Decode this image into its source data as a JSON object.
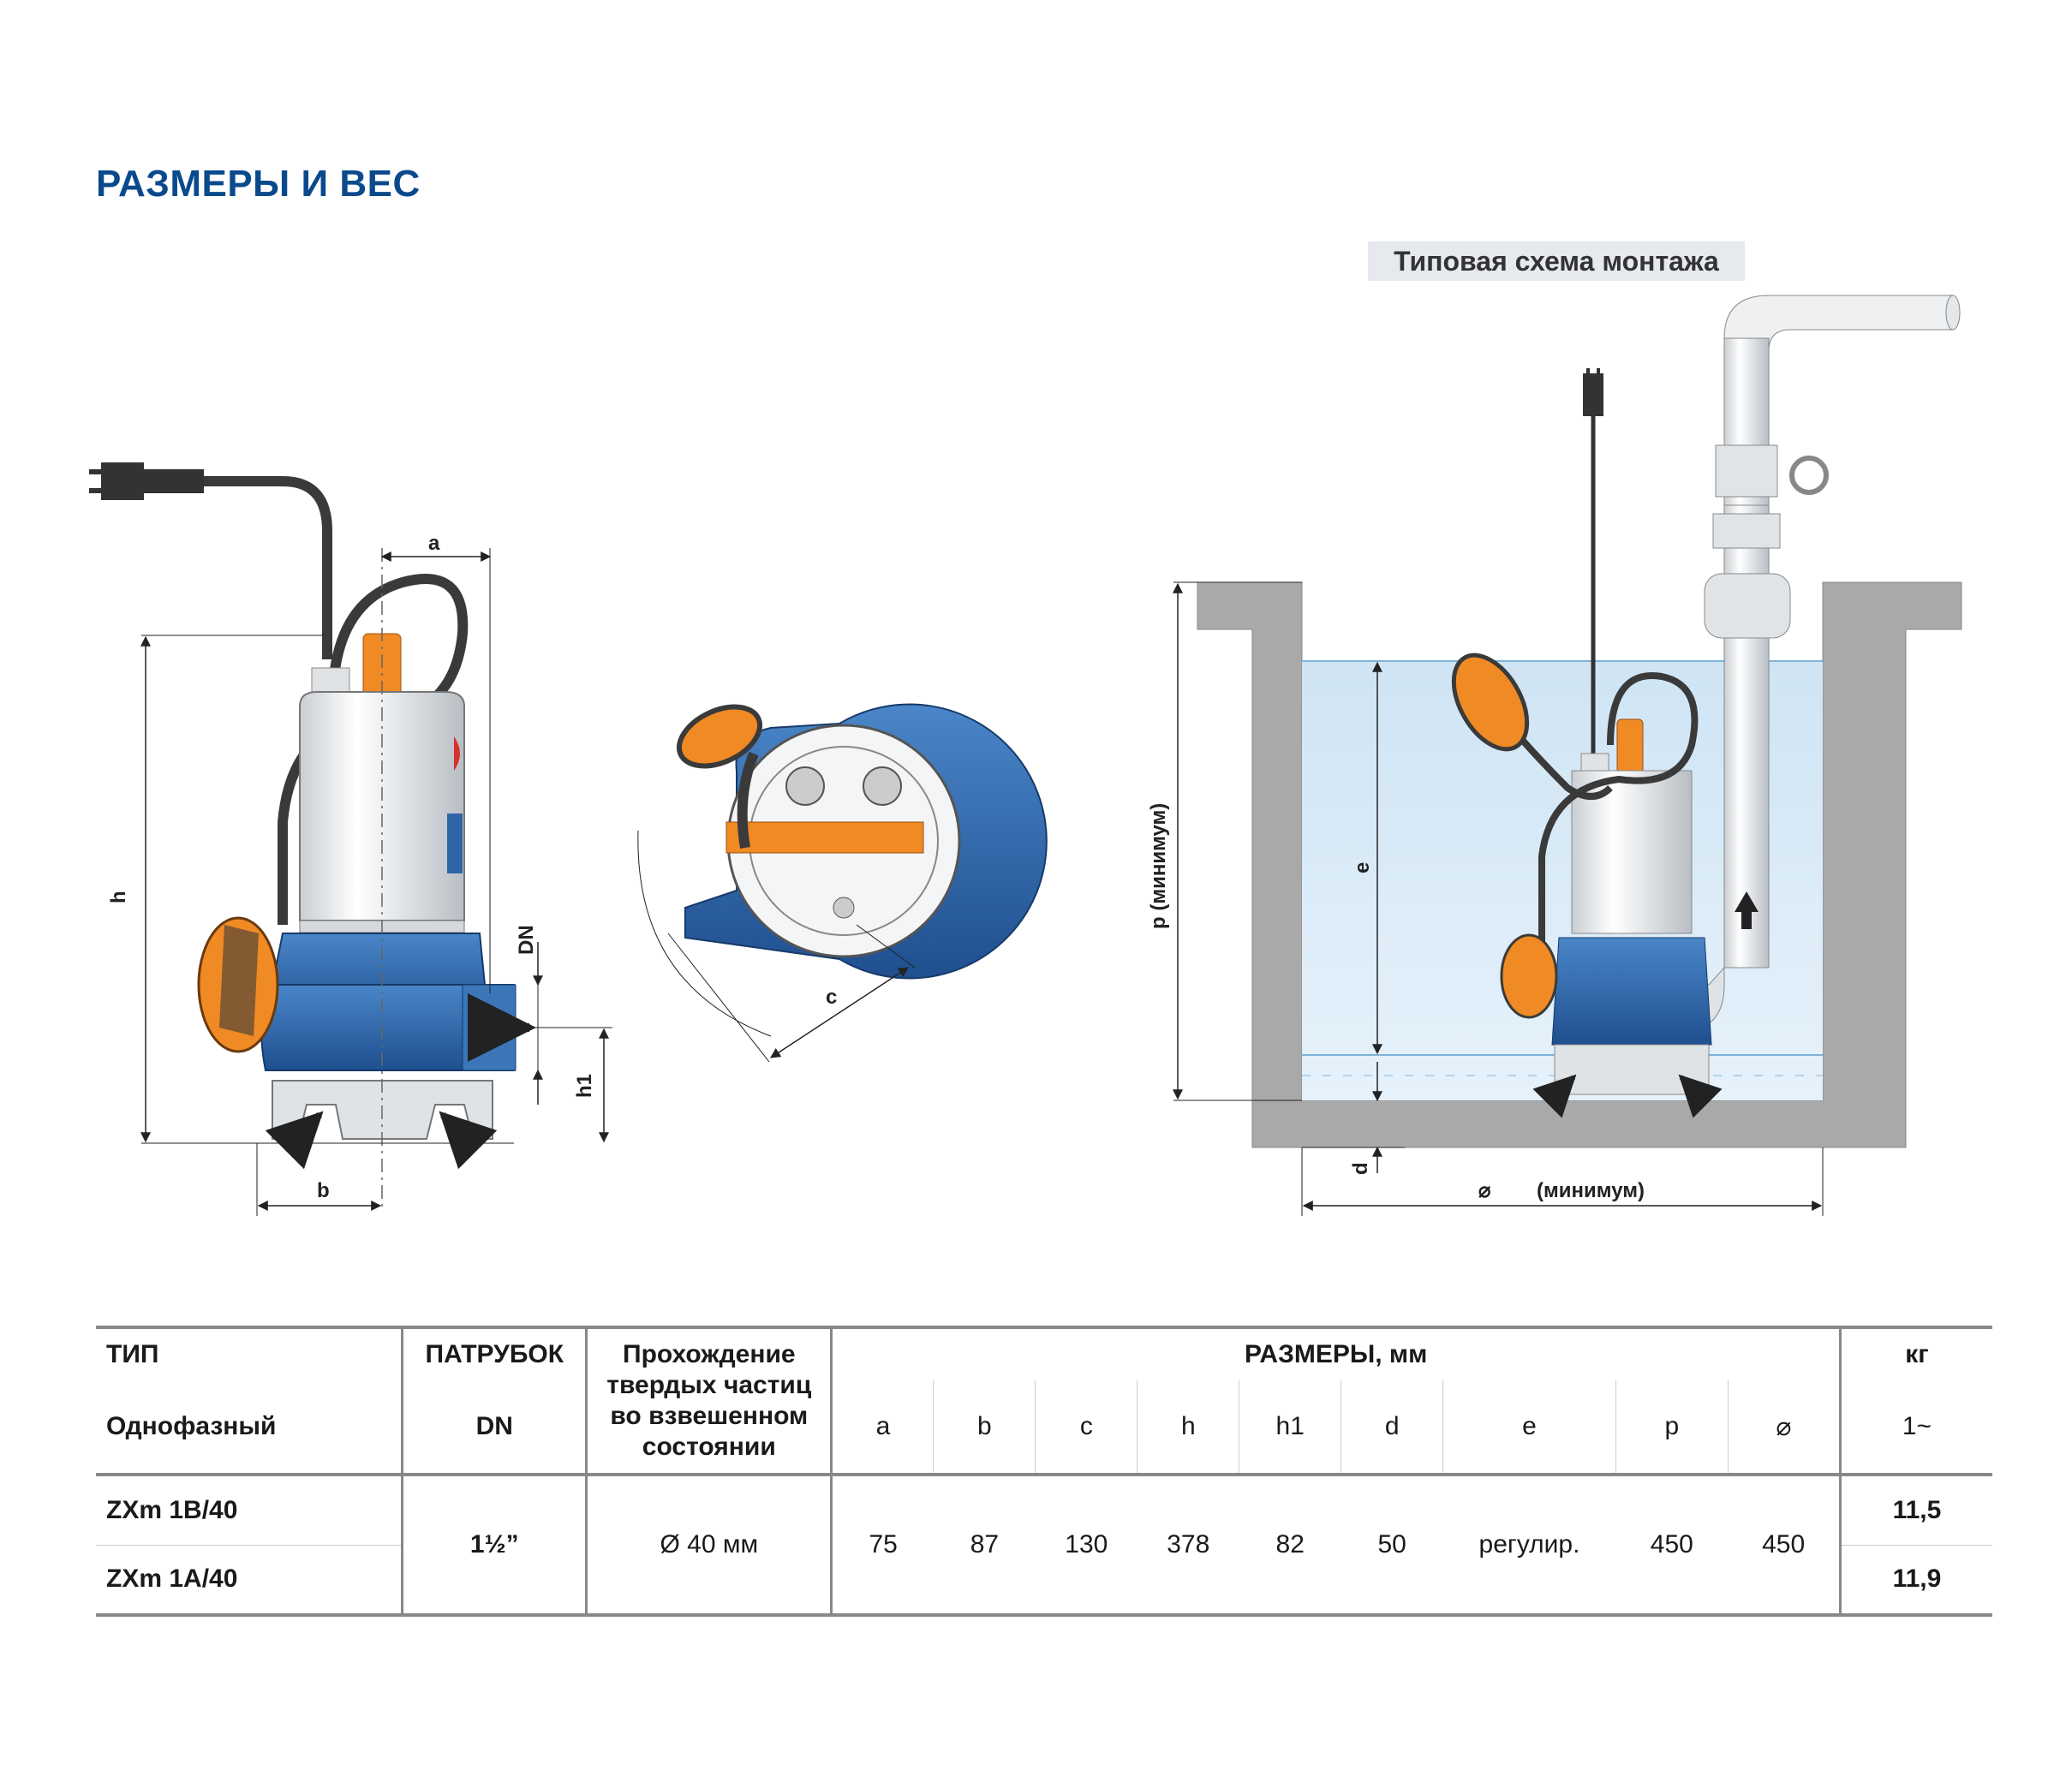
{
  "page": {
    "title": "РАЗМЕРЫ И ВЕС",
    "scheme_label": "Типовая схема монтажа"
  },
  "drawing": {
    "dim_a": "a",
    "dim_h": "h",
    "dim_dn": "DN",
    "dim_h1": "h1",
    "dim_b": "b",
    "dim_c": "c",
    "dim_p": "p (минимум)",
    "dim_e": "e",
    "dim_d": "d",
    "dim_diam_symbol": "⌀",
    "dim_diam_text": "(минимум)",
    "colors": {
      "pump_blue": "#2f64a8",
      "float_orange": "#f08a24",
      "steel": "#e8ecef",
      "water": "#cfe6f7",
      "wall": "#a9a9a9"
    }
  },
  "table": {
    "h_type": "ТИП",
    "h_type_sub": "Однофазный",
    "h_outlet": "ПАТРУБОК",
    "h_outlet_sub": "DN",
    "h_solids": [
      "Прохождение",
      "твердых частиц",
      "во взвешенном",
      "состоянии"
    ],
    "h_dims": "РАЗМЕРЫ, мм",
    "h_kg": "кг",
    "h_kg_sub": "1~",
    "dim_cols": [
      "a",
      "b",
      "c",
      "h",
      "h1",
      "d",
      "e",
      "p",
      "⌀"
    ],
    "models": [
      "ZXm 1B/40",
      "ZXm 1A/40"
    ],
    "outlet": "1½”",
    "solids": "Ø 40 мм",
    "dim_values": [
      "75",
      "87",
      "130",
      "378",
      "82",
      "50",
      "регулир.",
      "450",
      "450"
    ],
    "weights": [
      "11,5",
      "11,9"
    ]
  }
}
